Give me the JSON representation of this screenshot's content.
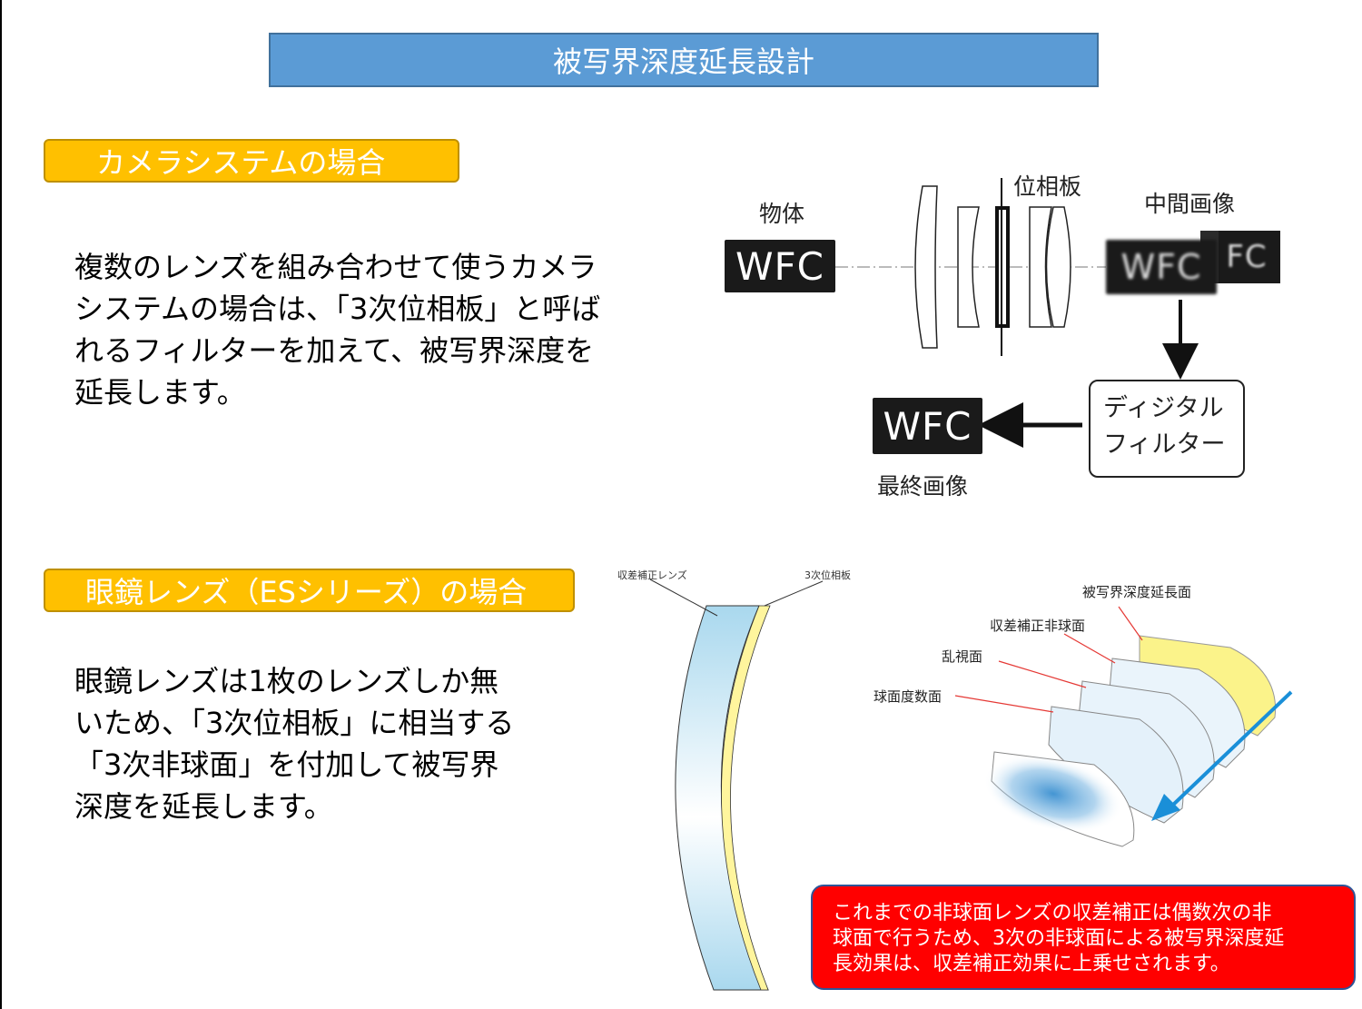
{
  "title": "被写界深度延長設計",
  "camera_section": {
    "heading": "カメラシステムの場合",
    "body_lines": [
      "複数のレンズを組み合わせて使うカメラ",
      "システムの場合は、「3次位相板」と呼ば",
      "れるフィルターを加えて、被写界深度を",
      "延長します。"
    ],
    "diagram": {
      "object_label": "物体",
      "phase_plate_label": "位相板",
      "intermediate_label": "中間画像",
      "wfc_text": "WFC",
      "fc_text": "FC",
      "filter_lines": [
        "ディジタル",
        "フィルター"
      ],
      "final_label": "最終画像"
    }
  },
  "eyeglass_section": {
    "heading": "眼鏡レンズ（ESシリーズ）の場合",
    "body_lines": [
      "眼鏡レンズは1枚のレンズしか無",
      "いため、「3次位相板」に相当する",
      "「3次非球面」を付加して被写界",
      "深度を延長します。"
    ],
    "diagram": {
      "lens_label": "収差補正レンズ",
      "plate_label": "3次位相板",
      "layer_labels": [
        "被写界深度延長面",
        "収差補正非球面",
        "乱視面",
        "球面度数面"
      ]
    }
  },
  "note_lines": [
    "これまでの非球面レンズの収差補正は偶数次の非",
    "球面で行うため、3次の非球面による被写界深度延",
    "長効果は、収差補正効果に上乗せされます。"
  ],
  "colors": {
    "title_bg": "#5b9bd5",
    "section_bg": "#ffc000",
    "note_bg": "#ff0000",
    "lens_blue": "#b8dff0",
    "plate_yellow": "#fff59d",
    "arrow_blue": "#1a8fd8"
  }
}
